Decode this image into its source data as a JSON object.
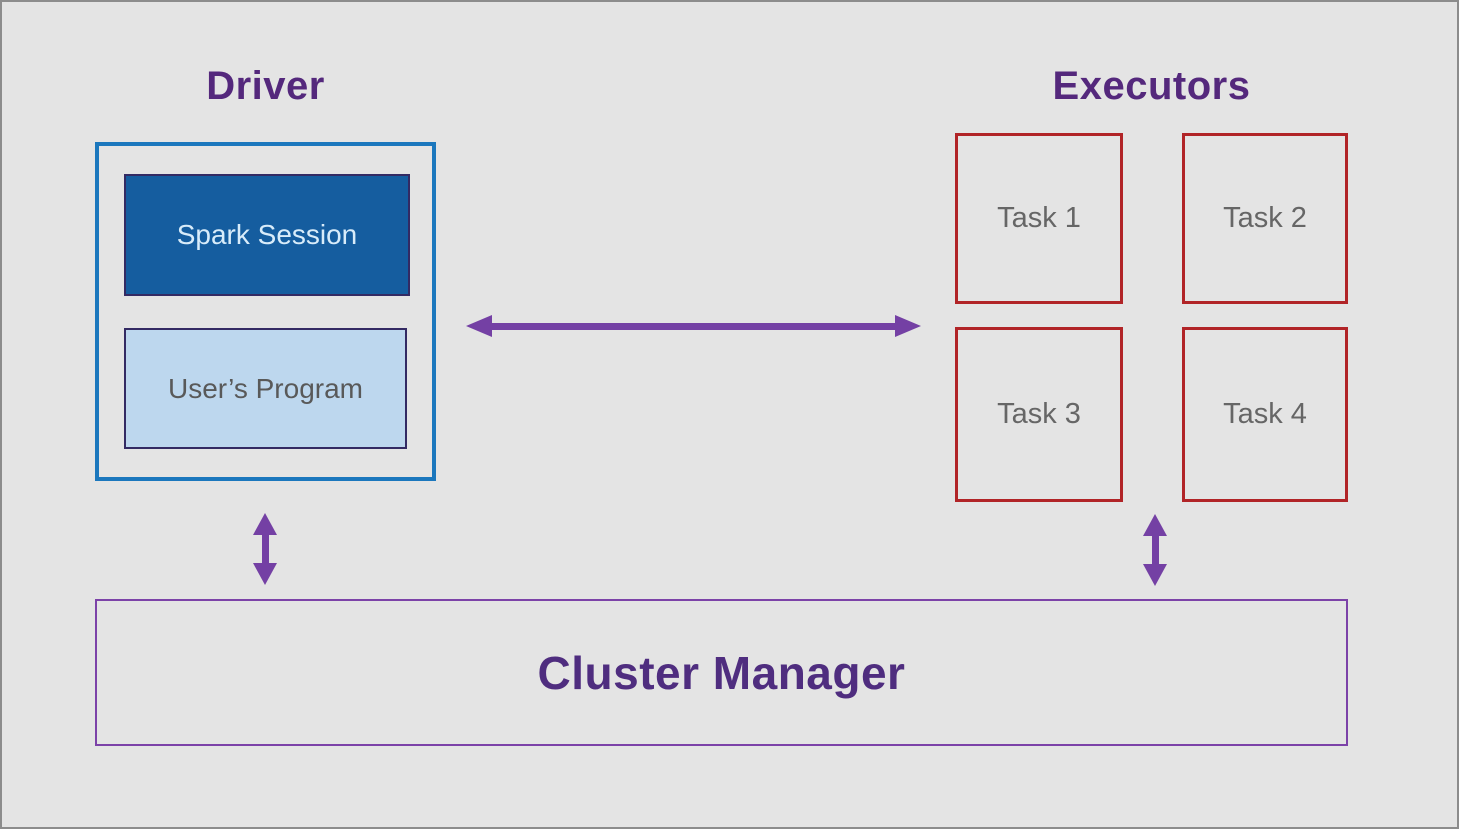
{
  "diagram": {
    "driver": {
      "title": "Driver",
      "spark_session_label": "Spark Session",
      "users_program_label": "User’s Program"
    },
    "executors": {
      "title": "Executors",
      "tasks": [
        "Task 1",
        "Task 2",
        "Task 3",
        "Task 4"
      ]
    },
    "cluster_manager": {
      "label": "Cluster Manager"
    },
    "colors": {
      "background": "#e4e4e4",
      "heading_purple": "#54287c",
      "arrow_purple": "#7440a4",
      "driver_box_border": "#1b77bd",
      "spark_session_fill": "#155d9f",
      "users_program_fill": "#bdd7ee",
      "task_box_border": "#b12427",
      "cluster_manager_border": "#7c42a8",
      "cluster_manager_text": "#4f2d7f"
    }
  }
}
